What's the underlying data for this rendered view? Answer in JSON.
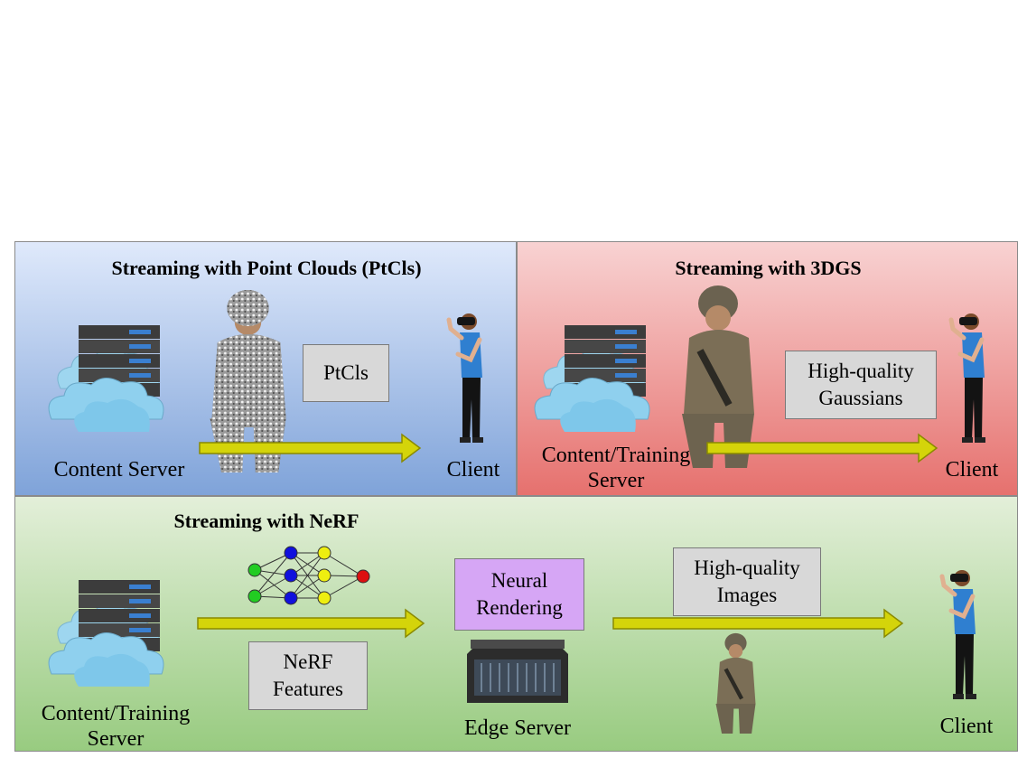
{
  "panels": {
    "ptcl": {
      "title": "Streaming with Point Clouds (PtCls)",
      "source_label": "Content Server",
      "payload": "PtCls",
      "dest_label": "Client"
    },
    "gs": {
      "title": "Streaming with 3DGS",
      "source_label_line1": "Content/Training",
      "source_label_line2": "Server",
      "payload_line1": "High-quality",
      "payload_line2": "Gaussians",
      "dest_label": "Client"
    },
    "nerf": {
      "title": "Streaming with NeRF",
      "source_label_line1": "Content/Training",
      "source_label_line2": "Server",
      "features_line1": "NeRF",
      "features_line2": "Features",
      "render_line1": "Neural",
      "render_line2": "Rendering",
      "edge_label": "Edge Server",
      "images_line1": "High-quality",
      "images_line2": "Images",
      "dest_label": "Client"
    }
  },
  "colors": {
    "ptcl_panel": "#9fbbe6",
    "gs_panel": "#ee9c9a",
    "nerf_panel": "#b8dca2",
    "arrow": "#d4d40a",
    "gray_box": "#d8d8d8",
    "render_box": "#d6a6f5"
  }
}
